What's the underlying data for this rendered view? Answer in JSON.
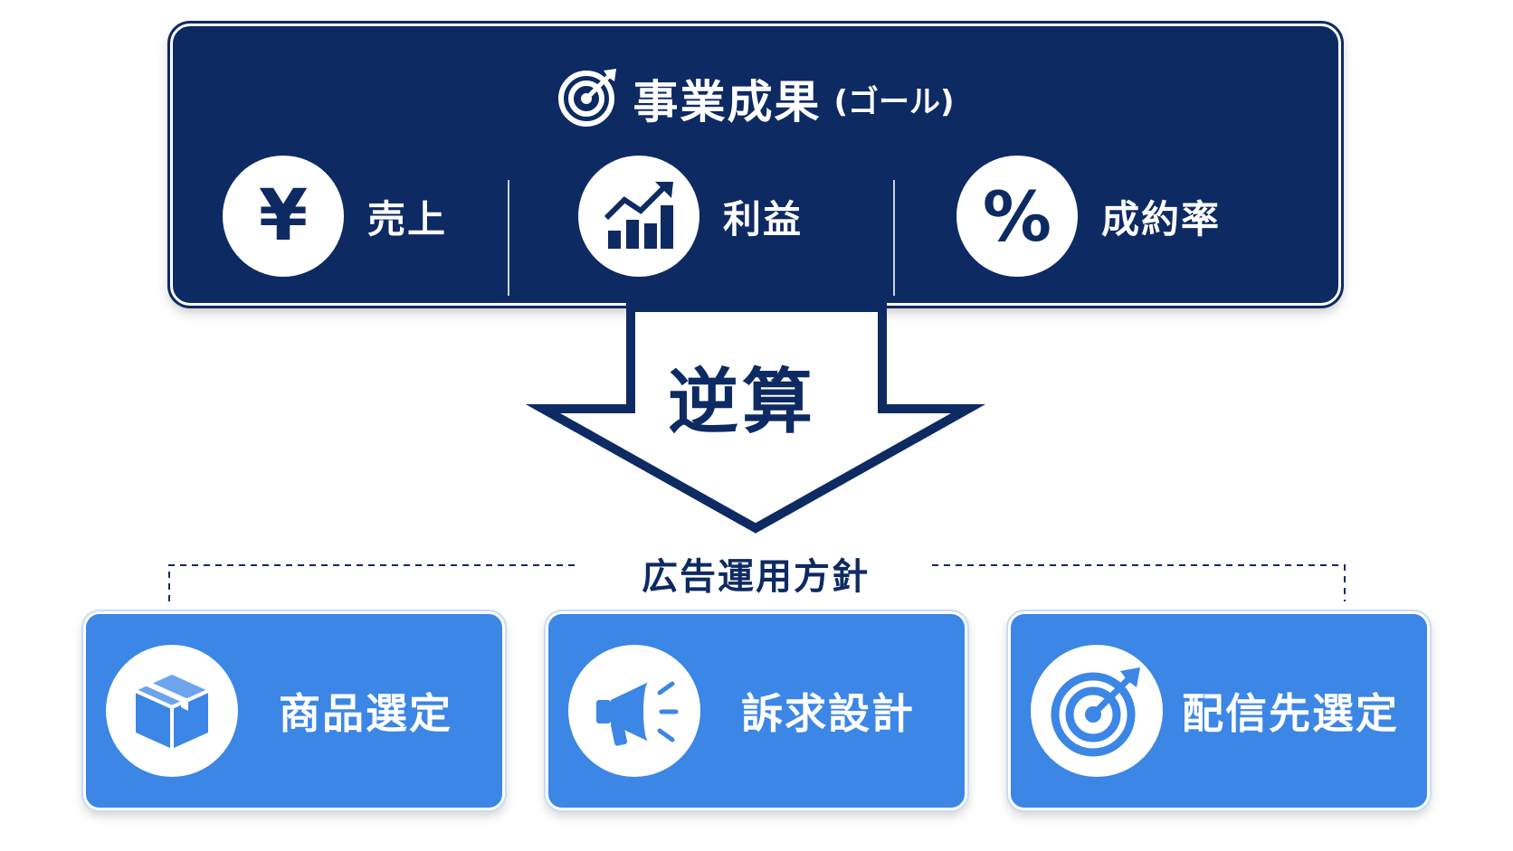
{
  "goal": {
    "title": "事業成果",
    "title_sub": "(ゴール)",
    "metrics": [
      {
        "label": "売上",
        "icon": "yen-icon",
        "symbol": "¥"
      },
      {
        "label": "利益",
        "icon": "growth-chart-icon"
      },
      {
        "label": "成約率",
        "icon": "percent-icon",
        "symbol": "%"
      }
    ]
  },
  "arrow": {
    "label": "逆算"
  },
  "policy": {
    "label": "広告運用方針",
    "items": [
      {
        "label": "商品選定",
        "icon": "box-icon"
      },
      {
        "label": "訴求設計",
        "icon": "megaphone-icon"
      },
      {
        "label": "配信先選定",
        "icon": "target-icon"
      }
    ]
  },
  "colors": {
    "navy": "#0e2a63",
    "blue": "#3c86e6",
    "white": "#ffffff"
  }
}
